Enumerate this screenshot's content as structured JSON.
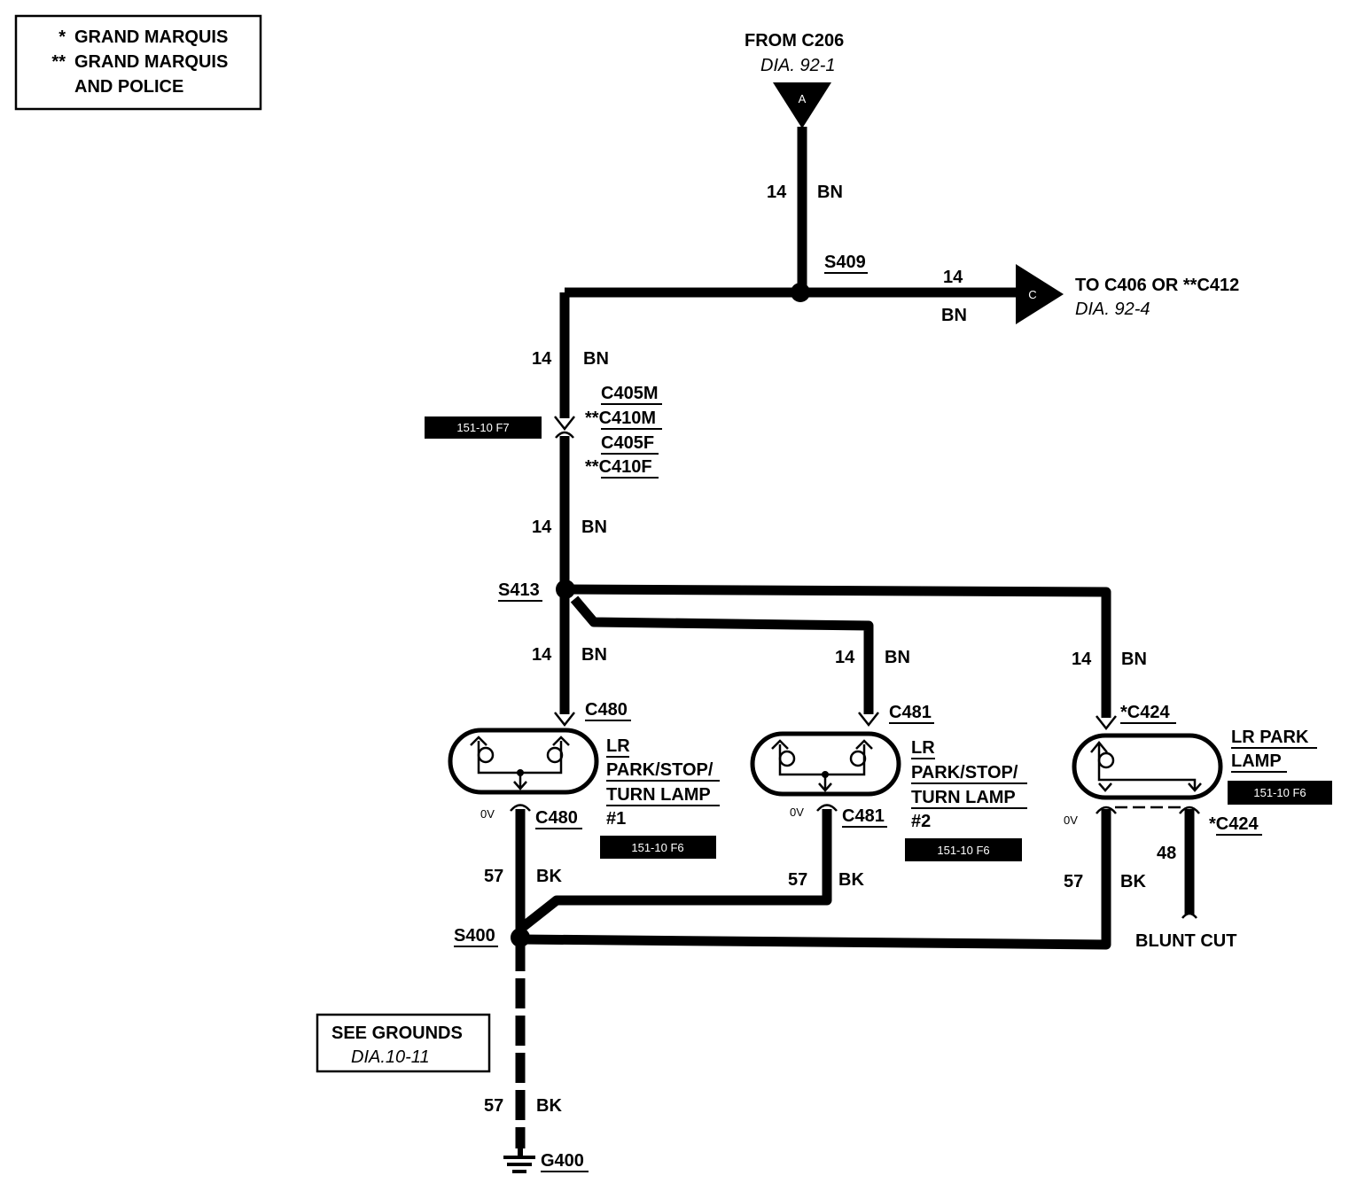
{
  "legend": {
    "items": [
      {
        "mark": "*",
        "text": "GRAND MARQUIS"
      },
      {
        "mark": "**",
        "text": "GRAND MARQUIS"
      },
      {
        "mark": "",
        "text": "AND POLICE"
      }
    ]
  },
  "source_connector": {
    "title": "FROM C206",
    "ref": "DIA. 92-1",
    "letter": "A"
  },
  "dest_connector": {
    "title": "TO C406 OR **C412",
    "ref": "DIA. 92-4",
    "letter": "C"
  },
  "splices": {
    "s409": "S409",
    "s413": "S413",
    "s400": "S400"
  },
  "wires": {
    "w_top": {
      "gauge": "14",
      "color": "BN"
    },
    "w_right": {
      "gauge": "14",
      "color": "BN"
    },
    "w_left_upper": {
      "gauge": "14",
      "color": "BN"
    },
    "w_left_mid": {
      "gauge": "14",
      "color": "BN"
    },
    "w_lamp1_feed": {
      "gauge": "14",
      "color": "BN"
    },
    "w_lamp2_feed": {
      "gauge": "14",
      "color": "BN"
    },
    "w_lamp3_feed": {
      "gauge": "14",
      "color": "BN"
    },
    "w_lamp1_gnd": {
      "gauge": "57",
      "color": "BK"
    },
    "w_lamp2_gnd": {
      "gauge": "57",
      "color": "BK"
    },
    "w_lamp3_gnd": {
      "gauge": "57",
      "color": "BK"
    },
    "w_blunt": {
      "gauge": "48"
    },
    "w_ground": {
      "gauge": "57",
      "color": "BK"
    }
  },
  "inline_connector": {
    "labels": [
      "C405M",
      "**C410M",
      "C405F",
      "**C410F"
    ],
    "tag": "151-10 F7"
  },
  "lamps": [
    {
      "top_conn": "C480",
      "bottom_conn": "C480",
      "name_lines": [
        "LR",
        "PARK/STOP/",
        "TURN LAMP",
        "#1"
      ],
      "tag": "151-10 F6",
      "voltage": "0V"
    },
    {
      "top_conn": "C481",
      "bottom_conn": "C481",
      "name_lines": [
        "LR",
        "PARK/STOP/",
        "TURN LAMP",
        "#2"
      ],
      "tag": "151-10 F6",
      "voltage": "0V"
    },
    {
      "top_conn": "*C424",
      "bottom_conn": "*C424",
      "name_lines": [
        "LR PARK",
        "LAMP"
      ],
      "tag": "151-10 F6",
      "voltage": "0V"
    }
  ],
  "blunt_cut": "BLUNT CUT",
  "grounds_box": {
    "title": "SEE GROUNDS",
    "ref": "DIA.10-11"
  },
  "ground": "G400"
}
